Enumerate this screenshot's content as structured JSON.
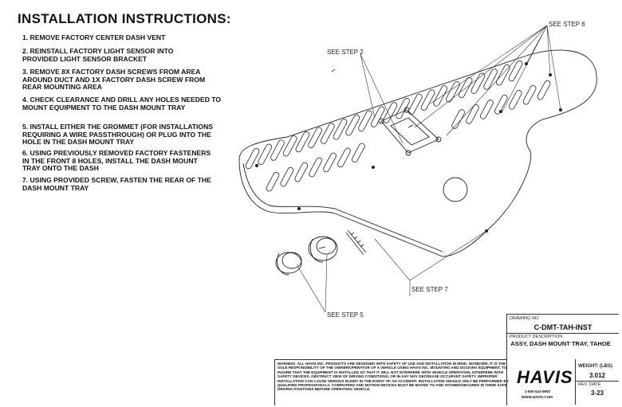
{
  "title": "INSTALLATION INSTRUCTIONS:",
  "steps": [
    "1.  REMOVE FACTORY CENTER DASH VENT",
    "2.  REINSTALL FACTORY LIGHT SENSOR INTO PROVIDED LIGHT SENSOR BRACKET",
    "3.  REMOVE 8X FACTORY DASH SCREWS FROM AREA AROUND DUCT AND 1X FACTORY DASH SCREW FROM REAR MOUNTING AREA",
    "4.  CHECK CLEARANCE AND DRILL ANY HOLES NEEDED TO MOUNT EQUIPMENT TO THE DASH MOUNT TRAY",
    "5.  INSTALL EITHER THE GROMMET (FOR INSTALLATIONS REQUIRING A WIRE PASSTHROUGH) OR PLUG INTO THE HOLE IN THE DASH MOUNT TRAY",
    "6.  USING PREVIOUSLY REMOVED FACTORY FASTENERS IN THE FRONT 8 HOLES, INSTALL THE DASH MOUNT TRAY ONTO THE DASH",
    "7.  USING PROVIDED SCREW, FASTEN THE REAR OF THE DASH MOUNT TRAY"
  ],
  "callouts": {
    "step2": "SEE STEP 2",
    "step6": "SEE STEP 6",
    "step7": "SEE STEP 7",
    "step5": "SEE STEP 5"
  },
  "title_block": {
    "drawing_no_label": "DRAWING NO.",
    "drawing_no": "C-DMT-TAH-INST",
    "product_desc_label": "PRODUCT DESCRIPTION",
    "product_desc": "ASSY, DASH MOUNT TRAY, TAHOE",
    "weight_label": "WEIGHT: (LBS)",
    "weight": "3.012",
    "rev_date_label": "REV. DATE",
    "rev_date": "3-23",
    "logo": "HAVIS",
    "phone": "1-800-524-9900",
    "website": "WWW.HAVIS.COM"
  },
  "warning": "WARNING:  ALL HAVIS INC. PRODUCTS ARE DESIGNED WITH SAFETY OF USE AND INSTALLATION IN MIND.  HOWEVER, IT IS THE SOLE RESPONSIBILITY OF THE OWNER/OPERATOR OF A VEHICLE USING HAVIS INC. MOUNTING AND DOCKING EQUIPMENT, TO INSURE THAT THE EQUIPMENT IS INSTALLED SO THAT IT WILL NOT INTERFERE WITH VEHICLE OPERATION, INTERFERE WITH SAFETY DEVICES, OBSTRUCT VIEW OF DRIVING CONDITIONS, OR IN ANY WAY DECREASE OCCUPANT SAFETY.  IMPROPER INSTALLATION CAN CAUSE SERIOUS INJURY IN THE EVENT OF AN ACCIDENT.  INSTALLATION SHOULD ONLY BE PERFORMED BY QUALIFIED PROFESSIONALS.  COMPUTERS AND MOTION DEVICES MUST BE MOVED TO AND STOWED/SECURED IN THEIR SAFE DRIVING POSITIONS BEFORE OPERATING VEHICLE."
}
